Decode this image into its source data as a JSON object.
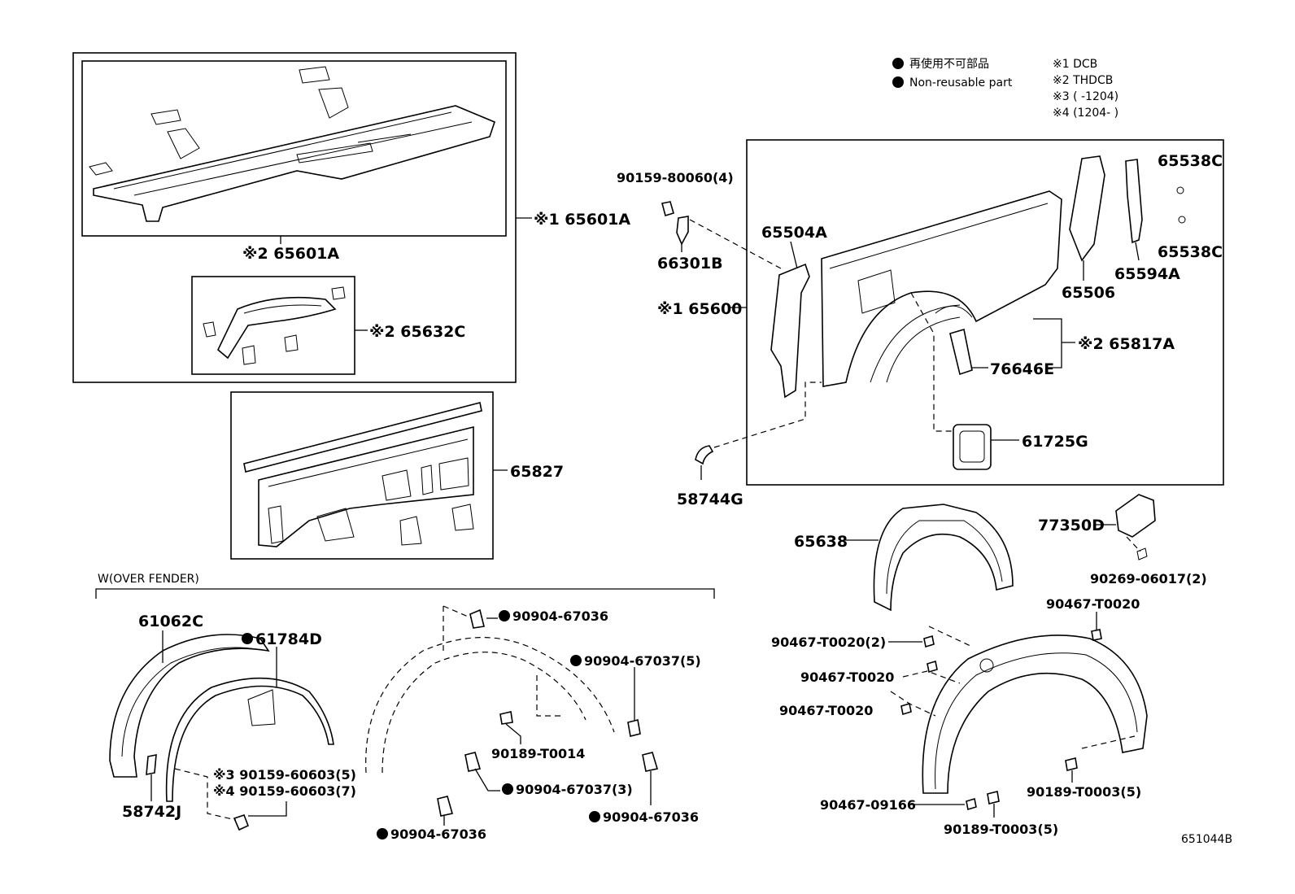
{
  "legend": {
    "jp": "再使用不可部品",
    "en": "Non-reusable part",
    "notes": [
      "※1 DCB",
      "※2 THDCB",
      "※3 (      -1204)",
      "※4 (1204-      )"
    ]
  },
  "section_title": "W(OVER FENDER)",
  "figure_id": "651044B",
  "labels": {
    "p65601A_1": "※1 65601A",
    "p65601A_2": "※2 65601A",
    "p65632C": "※2 65632C",
    "p65827": "65827",
    "p90159_80060": "90159-80060(4)",
    "p66301B": "66301B",
    "p65504A": "65504A",
    "p65600": "※1 65600",
    "p58744G": "58744G",
    "p65506": "65506",
    "p65594A": "65594A",
    "p65538C_a": "65538C",
    "p65538C_b": "65538C",
    "p65817A": "※2 65817A",
    "p76646E": "76646E",
    "p61725G": "61725G",
    "p65638": "65638",
    "p77350D": "77350D",
    "p90269": "90269-06017(2)",
    "p61062C": "61062C",
    "p61784D": "61784D",
    "p58742J": "58742J",
    "p90159_60603_3": "※3 90159-60603(5)",
    "p90159_60603_4": "※4 90159-60603(7)",
    "p90904_67036_a": "90904-67036",
    "p90904_67037_5": "90904-67037(5)",
    "p90189_T0014": "90189-T0014",
    "p90904_67037_3": "90904-67037(3)",
    "p90904_67036_b": "90904-67036",
    "p90904_67036_c": "90904-67036",
    "p90467_T0020_top": "90467-T0020",
    "p90467_T0020_2": "90467-T0020(2)",
    "p90467_T0020_b": "90467-T0020",
    "p90467_T0020_c": "90467-T0020",
    "p90467_09166": "90467-09166",
    "p90189_T0003_5a": "90189-T0003(5)",
    "p90189_T0003_5b": "90189-T0003(5)"
  }
}
